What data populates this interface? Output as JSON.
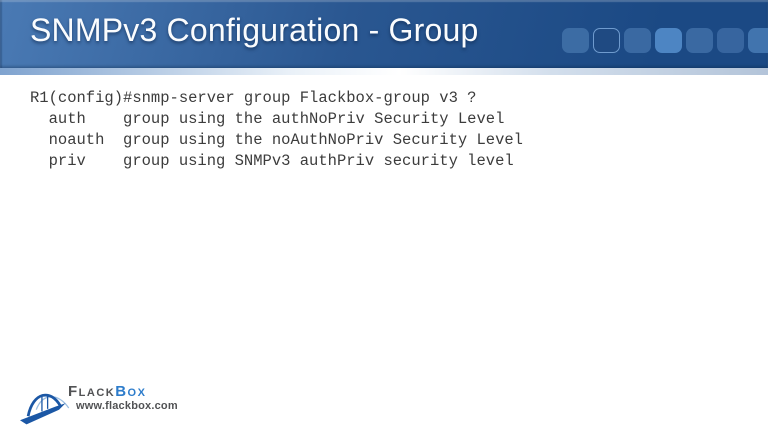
{
  "header": {
    "title": "SNMPv3 Configuration - Group",
    "decor_squares": [
      {
        "name": "decor-square-textured",
        "fill": "#3c6ca4"
      },
      {
        "name": "decor-square-outlined",
        "fill": "#1f4a82",
        "border": "#6f9bce"
      },
      {
        "name": "decor-square-solid",
        "fill": "#3a69a2"
      },
      {
        "name": "decor-square-bright",
        "fill": "#4d85c3"
      },
      {
        "name": "decor-square-solid",
        "fill": "#3a69a2"
      },
      {
        "name": "decor-square-textured",
        "fill": "#37659f"
      },
      {
        "name": "decor-square-solid",
        "fill": "#4174ae"
      }
    ]
  },
  "console": {
    "lines": [
      "R1(config)#snmp-server group Flackbox-group v3 ?",
      "  auth    group using the authNoPriv Security Level",
      "  noauth  group using the noAuthNoPriv Security Level",
      "  priv    group using SNMPv3 authPriv security level"
    ]
  },
  "footer": {
    "brand_primary": "Flack",
    "brand_secondary": "Box",
    "website": "www.flackbox.com"
  },
  "colors": {
    "header_grad_a": "#4a7ab4",
    "header_grad_b": "#2a5791",
    "header_grad_c": "#1b4984",
    "stripe_edge_l": "#7fa3cf",
    "stripe_center": "#ffffff",
    "stripe_edge_r": "#b3c4d9",
    "title_text": "#fafcfe",
    "console_text": "#3c3c3c",
    "brand_gray": "#515254",
    "brand_blue": "#2d7ccb",
    "bridge_blue": "#1b57a5",
    "bridge_light": "#9dbfe2"
  }
}
